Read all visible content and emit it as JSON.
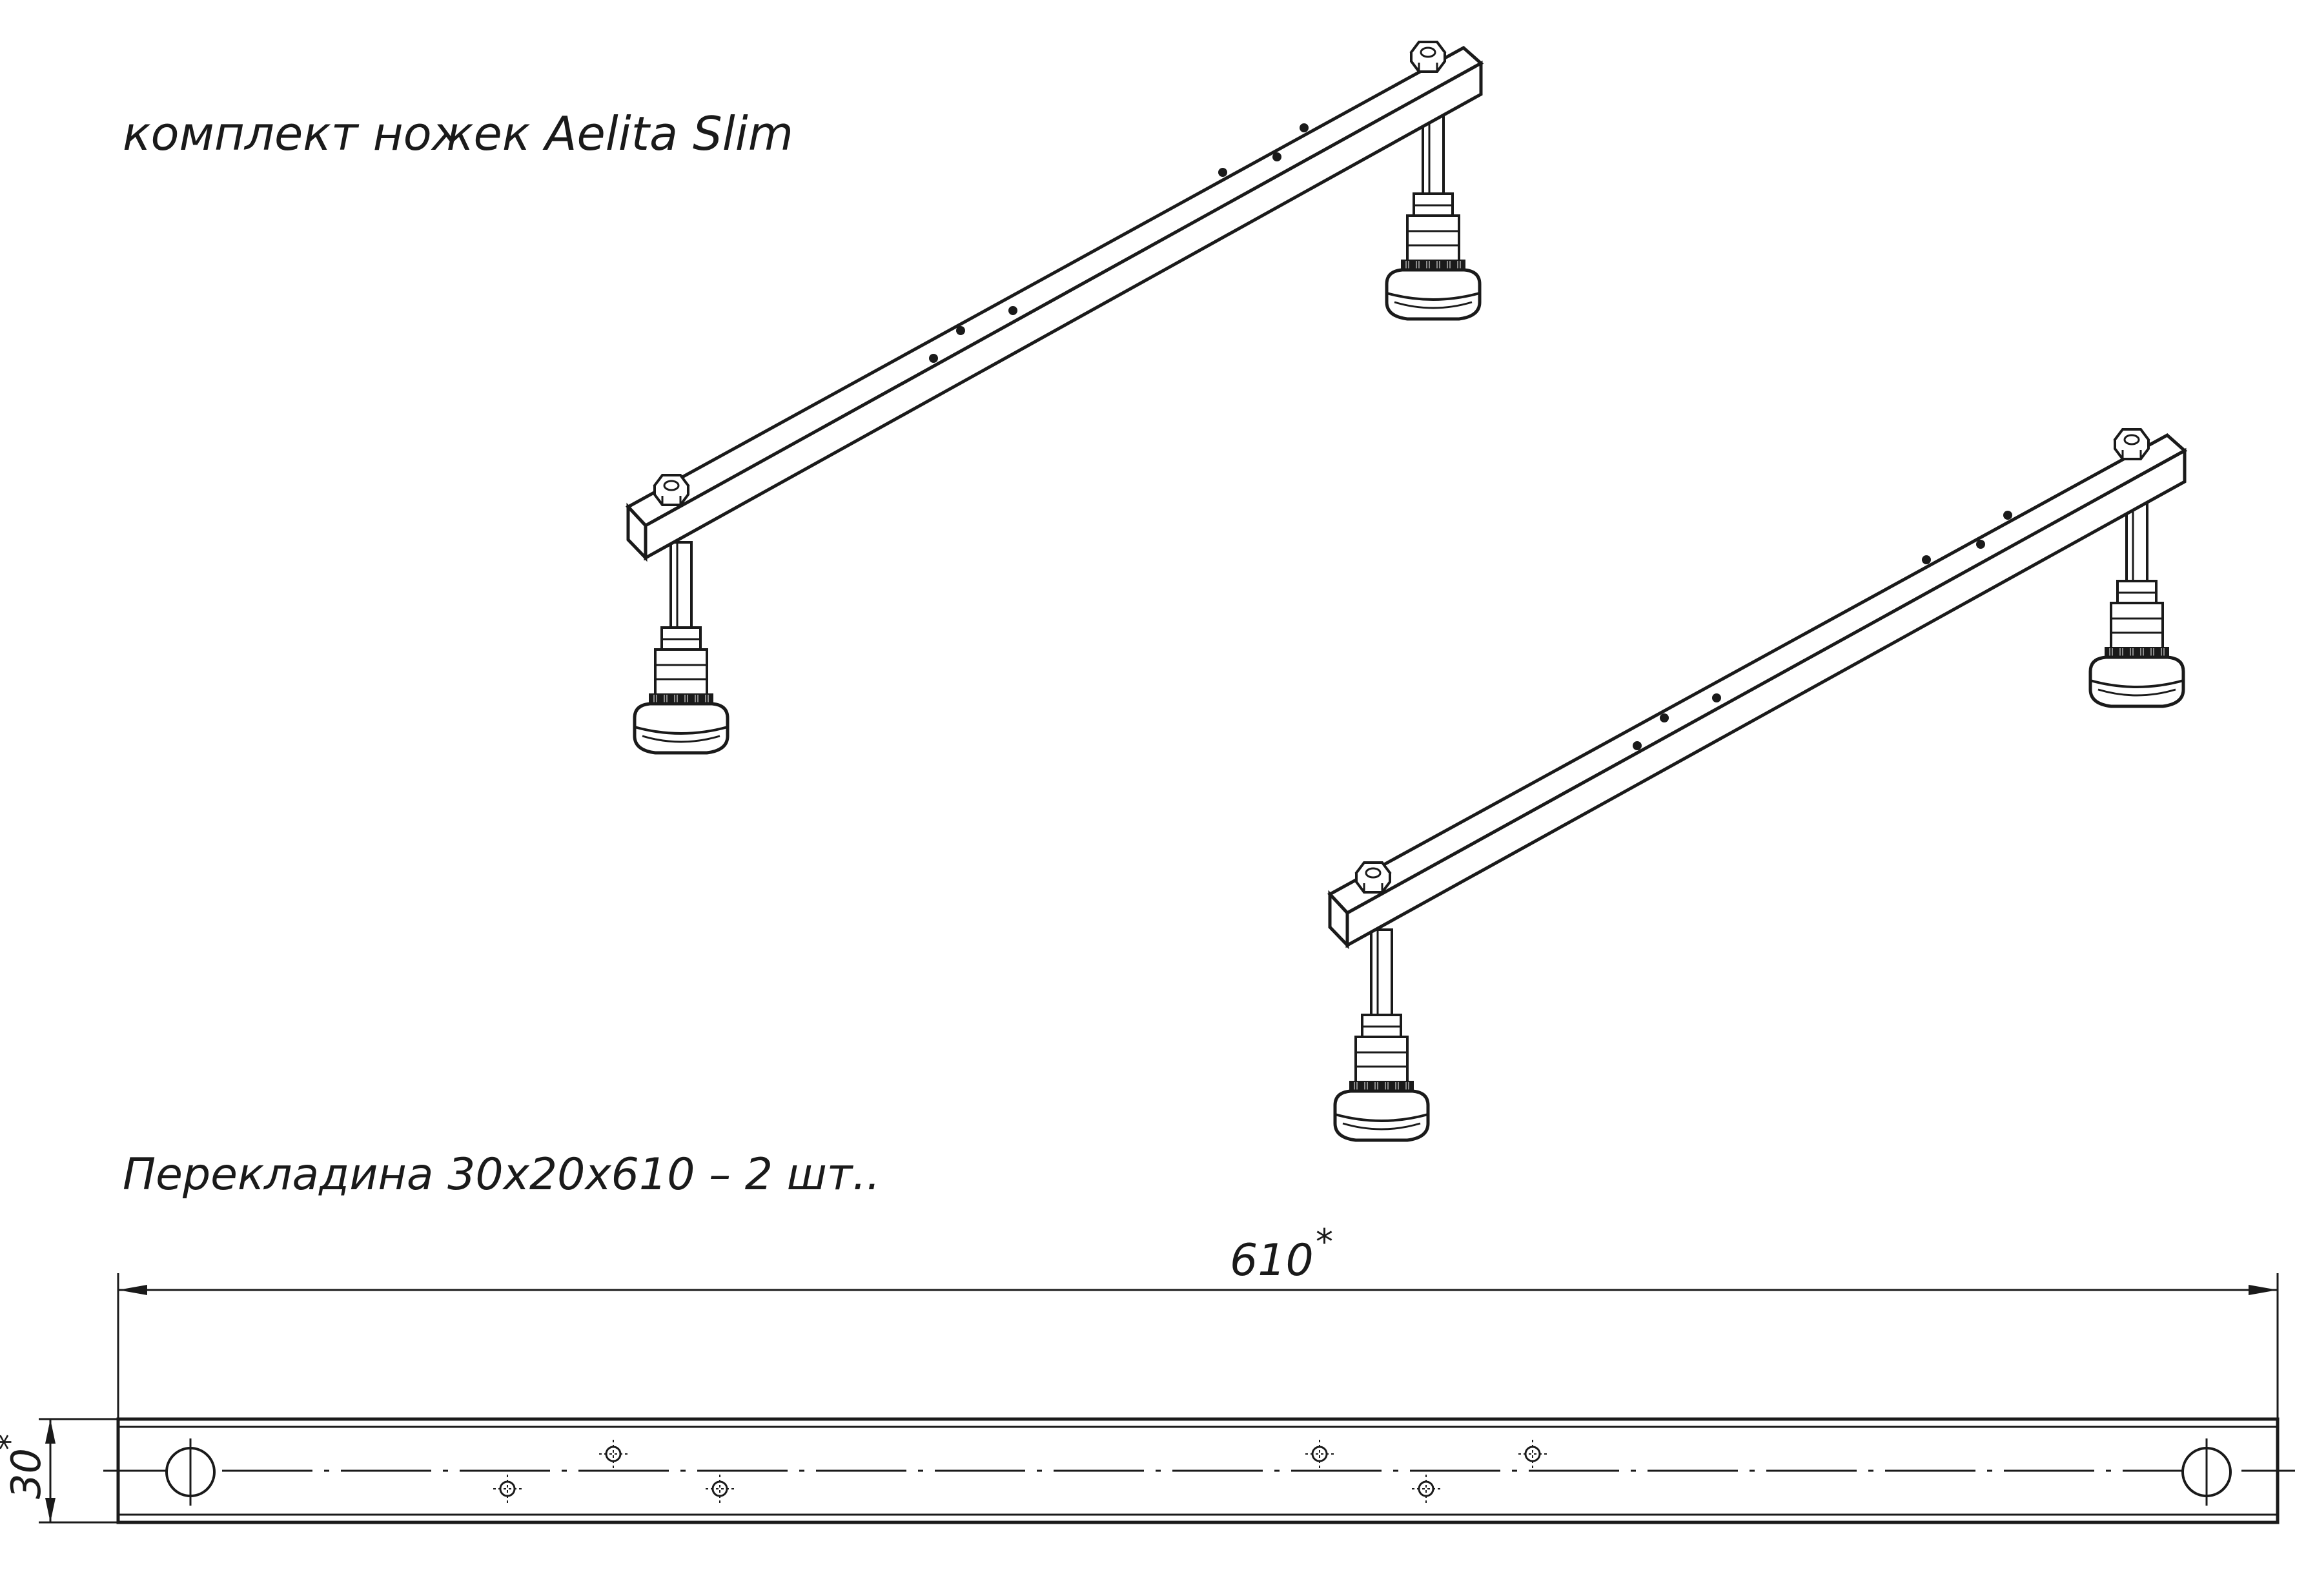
{
  "title": "комплект ножек Aelita Slim",
  "crossbar_caption": "Перекладина 30х20х610 – 2 шт..",
  "dimensions": {
    "length_label": "610",
    "width_label": "30",
    "approx_mark": "*"
  },
  "colors": {
    "ink": "#1a1a1a",
    "background": "#ffffff"
  }
}
